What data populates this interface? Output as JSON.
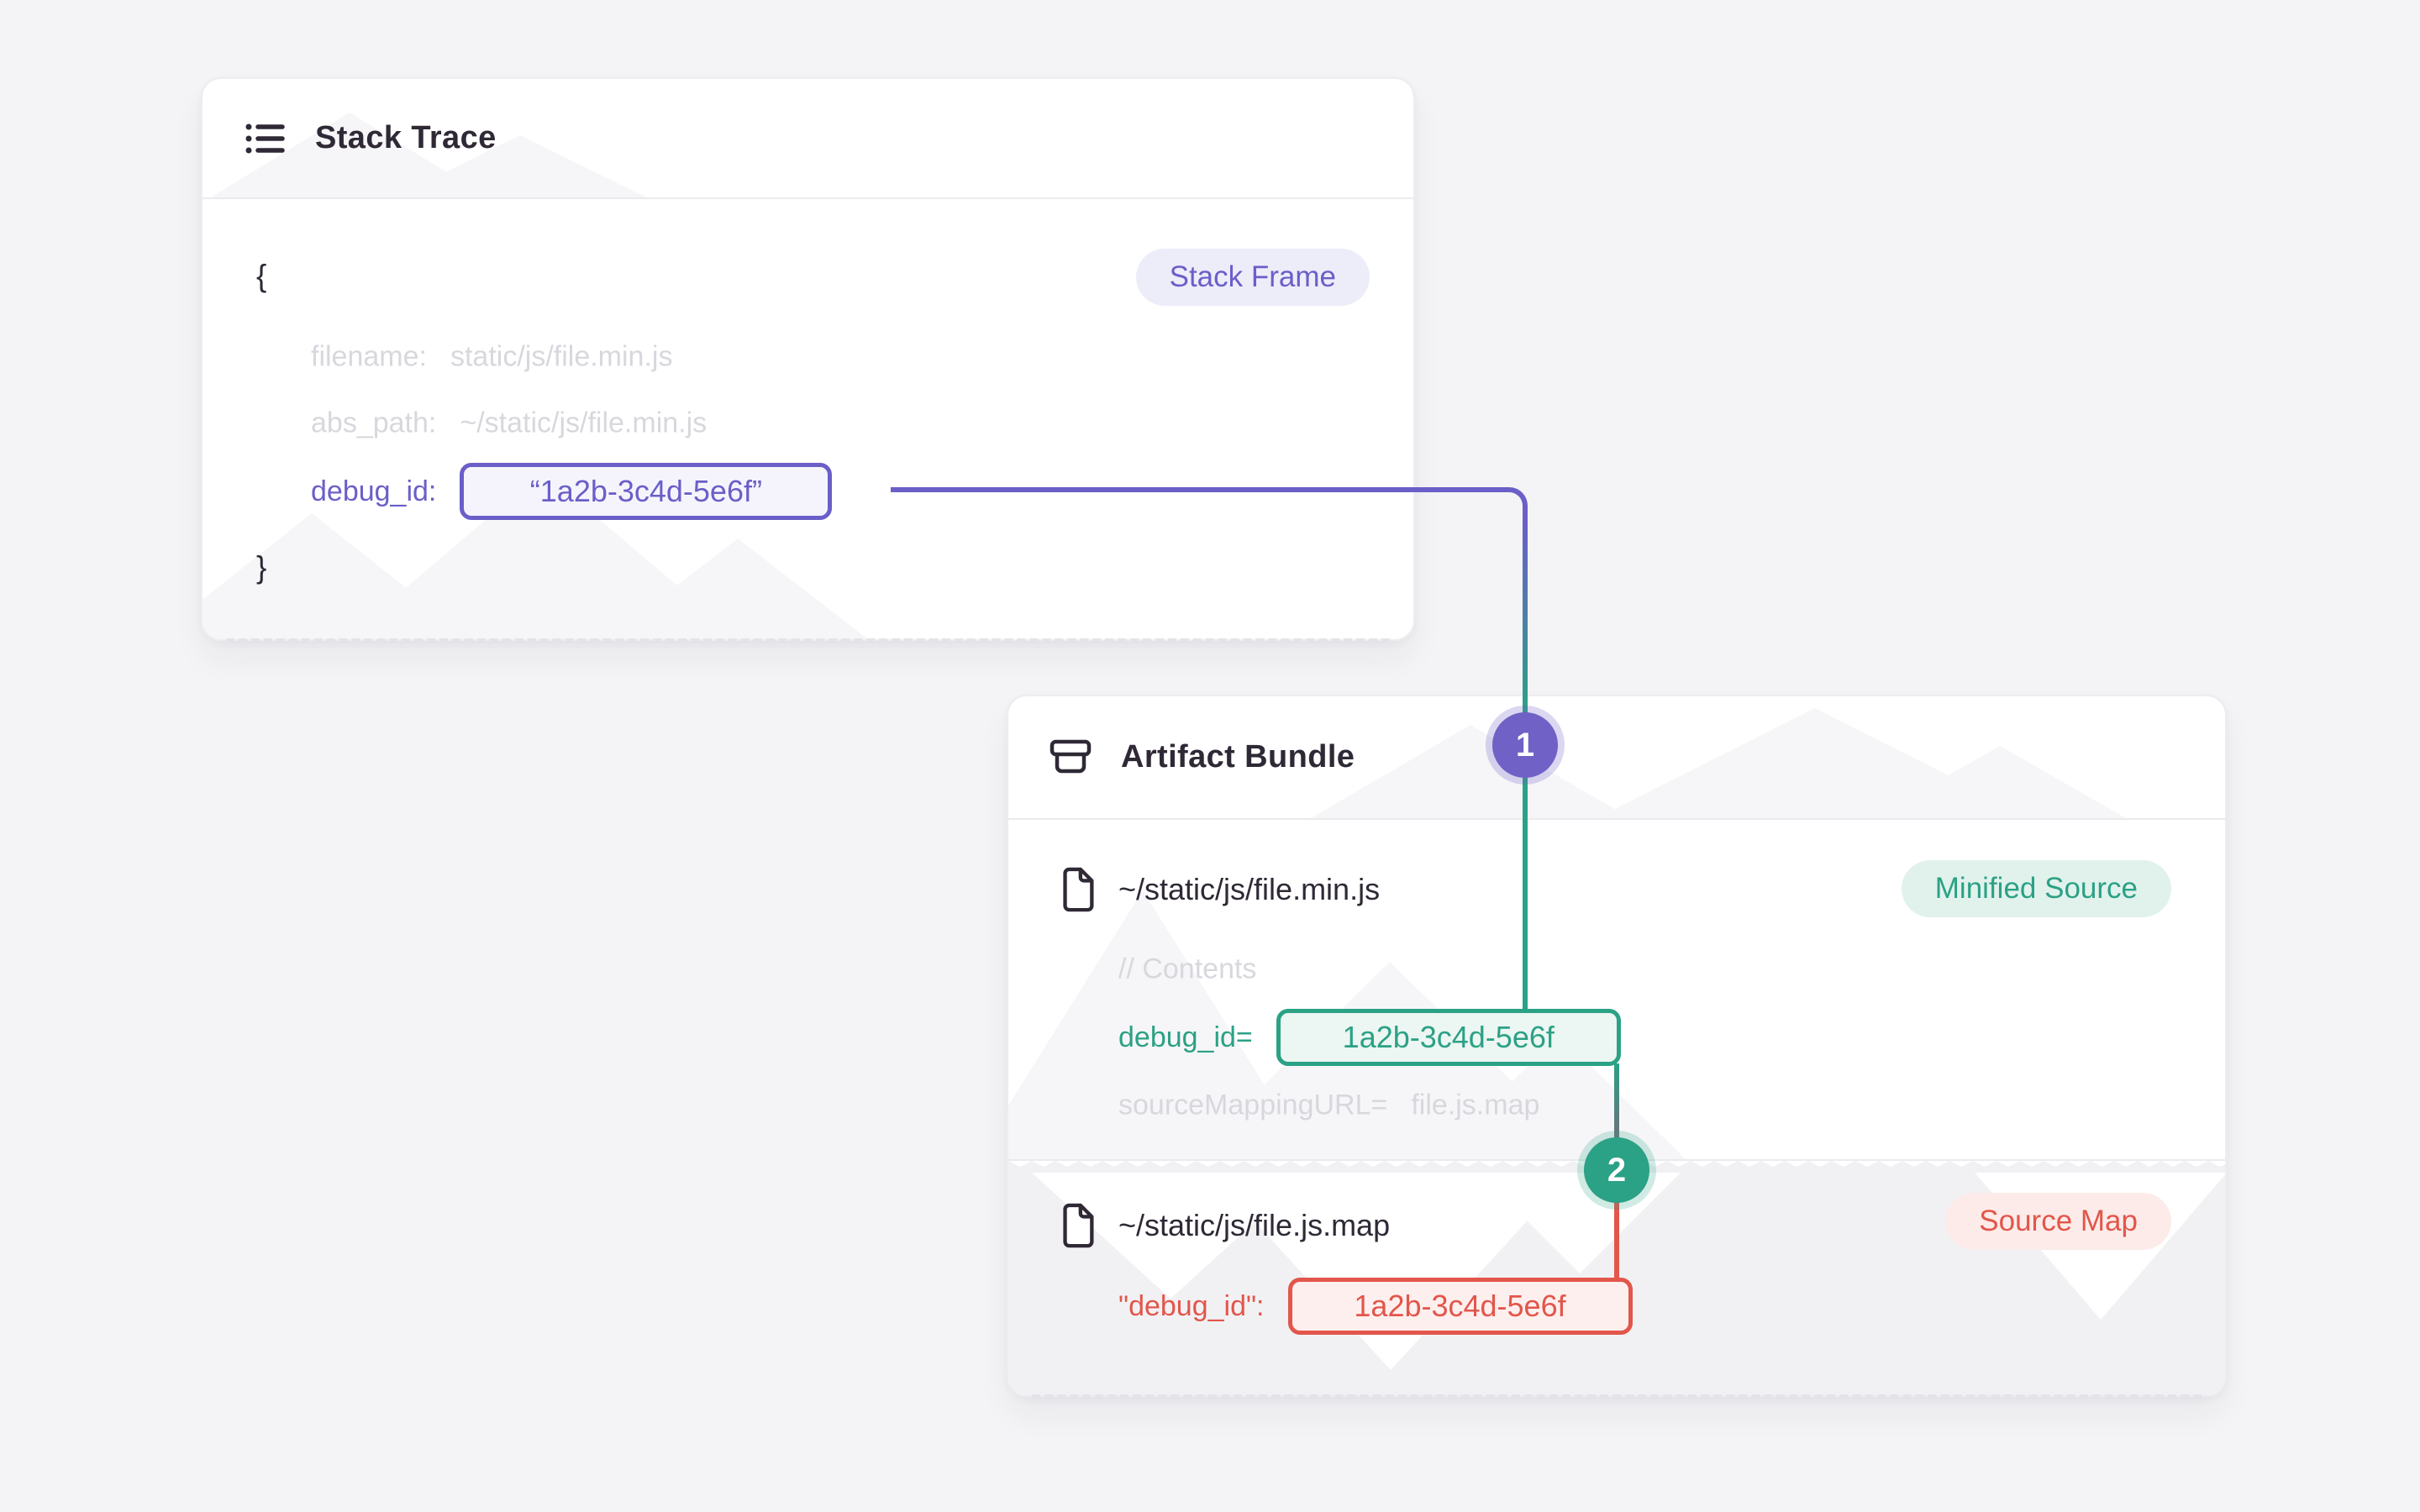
{
  "colors": {
    "page_bg": "#f4f4f6",
    "card_bg": "#ffffff",
    "text_dark": "#2f2936",
    "text_muted": "#d8d7dd",
    "purple": "#6a5fc8",
    "teal": "#2ba185",
    "red": "#e2564b",
    "connector_gray": "#70707a",
    "section_gray": "#f1f1f4"
  },
  "stack_trace": {
    "title": "Stack Trace",
    "frame_badge": "Stack Frame",
    "code": {
      "open_brace": "{",
      "close_brace": "}",
      "lines": [
        {
          "label": "filename:",
          "value": "static/js/file.min.js"
        },
        {
          "label": "abs_path:",
          "value": "~/static/js/file.min.js"
        },
        {
          "label": "debug_id:",
          "value": "“1a2b-3c4d-5e6f”"
        }
      ]
    }
  },
  "artifact_bundle": {
    "title": "Artifact Bundle",
    "minified": {
      "path": "~/static/js/file.min.js",
      "badge": "Minified Source",
      "comment": "// Contents",
      "debug_label": "debug_id=",
      "debug_value": "1a2b-3c4d-5e6f",
      "mapping_label": "sourceMappingURL=",
      "mapping_value": "file.js.map"
    },
    "sourcemap": {
      "path": "~/static/js/file.js.map",
      "badge": "Source Map",
      "debug_label": "\"debug_id\":",
      "debug_value": "1a2b-3c4d-5e6f"
    }
  },
  "connectors": {
    "step1": "1",
    "step2": "2"
  }
}
